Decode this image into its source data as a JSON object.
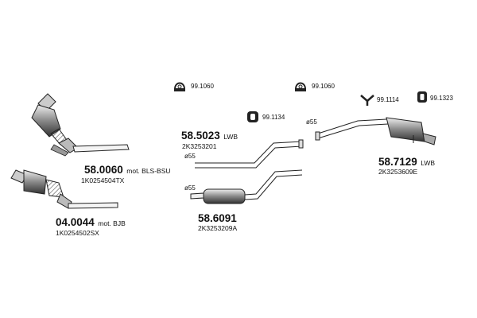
{
  "parts": [
    {
      "id": "cat1",
      "number": "58.0060",
      "desc": "mot. BLS-BSU",
      "oem": "1K0254504TX"
    },
    {
      "id": "cat2",
      "number": "04.0044",
      "desc": "mot. BJB",
      "oem": "1K0254502SX"
    },
    {
      "id": "pipe",
      "number": "58.5023",
      "desc": "LWB",
      "oem": "2K3253201"
    },
    {
      "id": "mid",
      "number": "58.6091",
      "desc": "",
      "oem": "2K3253209A"
    },
    {
      "id": "rear",
      "number": "58.7129",
      "desc": "LWB",
      "oem": "2K3253609E"
    }
  ],
  "accessories": [
    {
      "id": "hanger1",
      "icon": "rubber-hanger-icon",
      "label": "99.1060"
    },
    {
      "id": "hanger2",
      "icon": "rubber-hanger-icon",
      "label": "99.1060"
    },
    {
      "id": "ring1",
      "icon": "rubber-ring-icon",
      "label": "99.1134"
    },
    {
      "id": "bracket",
      "icon": "bracket-icon",
      "label": "99.1114"
    },
    {
      "id": "ring2",
      "icon": "rubber-ring-icon",
      "label": "99.1323"
    }
  ],
  "diameters": [
    "ø55",
    "ø55",
    "ø55"
  ]
}
